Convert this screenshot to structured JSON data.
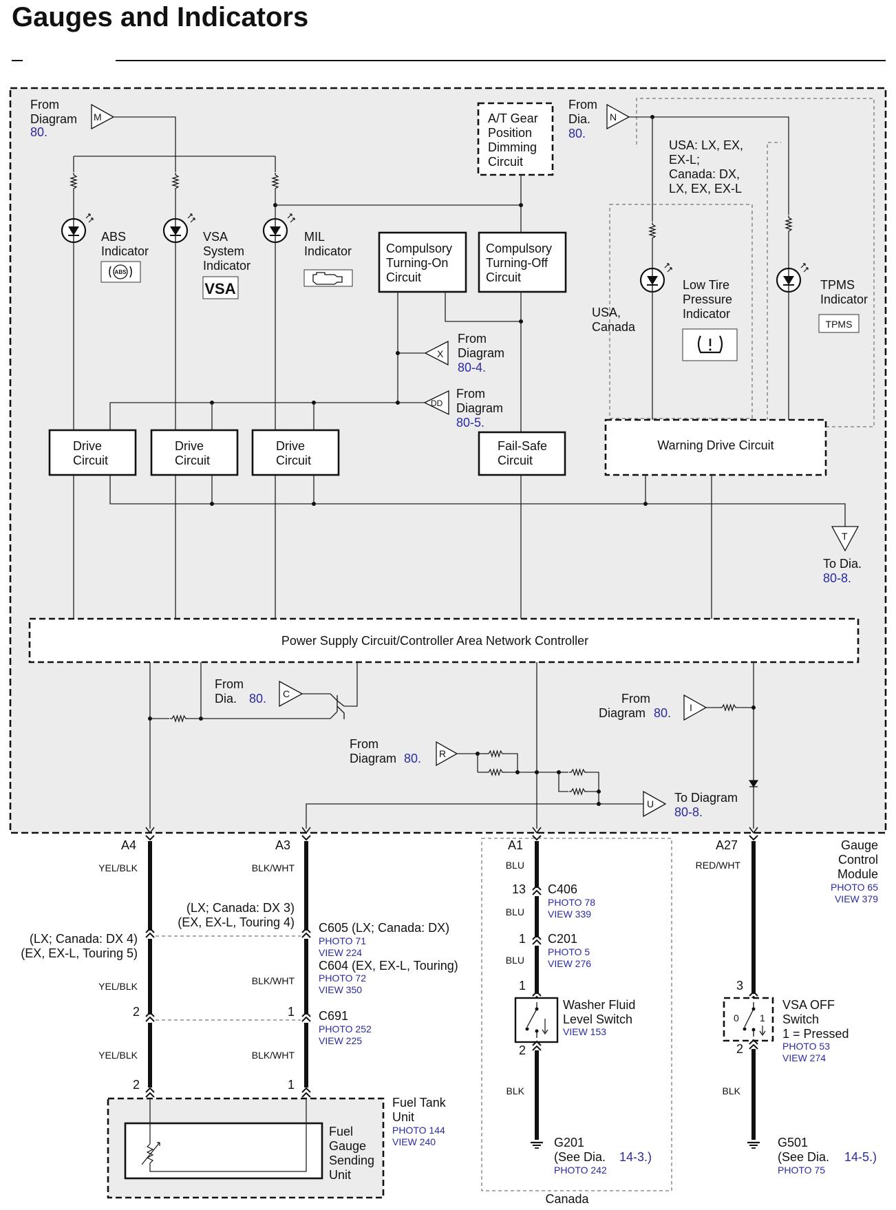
{
  "title": "Gauges and Indicators",
  "module": {
    "name_lines": [
      "Gauge",
      "Control",
      "Module"
    ],
    "photo": "PHOTO 65",
    "view": "VIEW 379"
  },
  "blocks": {
    "at_gear": [
      "A/T Gear",
      "Position",
      "Dimming",
      "Circuit"
    ],
    "turn_on": [
      "Compulsory",
      "Turning-On",
      "Circuit"
    ],
    "turn_off": [
      "Compulsory",
      "Turning-Off",
      "Circuit"
    ],
    "drive": [
      "Drive",
      "Circuit"
    ],
    "failsafe": [
      "Fail-Safe",
      "Circuit"
    ],
    "warning": "Warning Drive Circuit",
    "power": "Power Supply Circuit/Controller Area Network Controller"
  },
  "indicators": {
    "abs": {
      "lines": [
        "ABS",
        "Indicator"
      ],
      "icon_text": "ABS"
    },
    "vsa": {
      "lines": [
        "VSA",
        "System",
        "Indicator"
      ],
      "icon_text": "VSA"
    },
    "mil": {
      "lines": [
        "MIL",
        "Indicator"
      ]
    },
    "ltp": {
      "lines": [
        "Low Tire",
        "Pressure",
        "Indicator"
      ]
    },
    "tpms": {
      "lines": [
        "TPMS",
        "Indicator"
      ],
      "icon_text": "TPMS"
    }
  },
  "connectors_in": {
    "M": {
      "letter": "M",
      "lines": [
        "From",
        "Diagram"
      ],
      "ref": "80."
    },
    "N": {
      "letter": "N",
      "lines": [
        "From",
        "Dia."
      ],
      "ref": "80."
    },
    "X": {
      "letter": "X",
      "lines": [
        "From",
        "Diagram"
      ],
      "ref": "80-4."
    },
    "DD": {
      "letter": "DD",
      "lines": [
        "From",
        "Diagram"
      ],
      "ref": "80-5."
    },
    "T": {
      "letter": "T",
      "line": "To  Dia.",
      "ref": "80-8."
    },
    "C": {
      "letter": "C",
      "line1": "From",
      "line2": "Dia.",
      "ref": "80."
    },
    "I": {
      "letter": "I",
      "line1": "From",
      "line2": "Diagram",
      "ref": "80."
    },
    "R": {
      "letter": "R",
      "line1": "From",
      "line2": "Diagram",
      "ref": "80."
    },
    "U": {
      "letter": "U",
      "line1": "To Diagram",
      "ref": "80-8."
    }
  },
  "region_notes": {
    "usa_models": [
      "USA: LX, EX,",
      "EX-L;",
      "Canada: DX,",
      "LX, EX, EX-L"
    ],
    "usa_canada": [
      "USA,",
      "Canada"
    ],
    "canada": "Canada"
  },
  "pins": {
    "a4": "A4",
    "a3": "A3",
    "a1": "A1",
    "a27": "A27"
  },
  "wire_colors": {
    "yel_blk": "YEL/BLK",
    "blk_wht": "BLK/WHT",
    "blu": "BLU",
    "red_wht": "RED/WHT",
    "blk": "BLK"
  },
  "connectors": {
    "c605": {
      "label": "C605 (LX; Canada: DX)",
      "photo": "PHOTO 71",
      "view": "VIEW 224"
    },
    "c604": {
      "label": "C604 (EX, EX-L, Touring)",
      "photo": "PHOTO 72",
      "view": "VIEW 350"
    },
    "c691": {
      "label": "C691",
      "photo": "PHOTO 252",
      "view": "VIEW 225"
    },
    "c406": {
      "label": "C406",
      "photo": "PHOTO 78",
      "view": "VIEW 339"
    },
    "c201": {
      "label": "C201",
      "photo": "PHOTO 5",
      "view": "VIEW 276"
    }
  },
  "variant_notes": {
    "right_a": "(LX; Canada: DX 3)",
    "right_b": "(EX, EX-L, Touring 4)",
    "left_a": "(LX; Canada: DX 4)",
    "left_b": "(EX, EX-L, Touring 5)"
  },
  "pin_numbers": {
    "c406_pin": "13",
    "c201_pin": "1",
    "washer_top": "1",
    "washer_bottom": "2",
    "vsa_top": "3",
    "vsa_bottom": "2",
    "c691_left": "2",
    "c691_right": "1",
    "fuel_left": "2",
    "fuel_right": "1"
  },
  "components": {
    "washer": {
      "lines": [
        "Washer Fluid",
        "Level Switch"
      ],
      "view": "VIEW 153"
    },
    "vsa_off": {
      "lines": [
        "VSA OFF",
        "Switch",
        "1 = Pressed"
      ],
      "photo": "PHOTO 53",
      "view": "VIEW 274"
    },
    "fuel_tank": {
      "lines": [
        "Fuel Tank",
        "Unit"
      ],
      "photo": "PHOTO 144",
      "view": "VIEW 240"
    },
    "fuel_gauge": [
      "Fuel",
      "Gauge",
      "Sending",
      "Unit"
    ],
    "vsa_switch_pos": [
      "0",
      "1"
    ]
  },
  "grounds": {
    "g201": {
      "label": "G201",
      "see": "(See  Dia.",
      "ref": "14-3.)",
      "photo": "PHOTO 242"
    },
    "g501": {
      "label": "G501",
      "see": "(See  Dia.",
      "ref": "14-5.)",
      "photo": "PHOTO 75"
    }
  }
}
